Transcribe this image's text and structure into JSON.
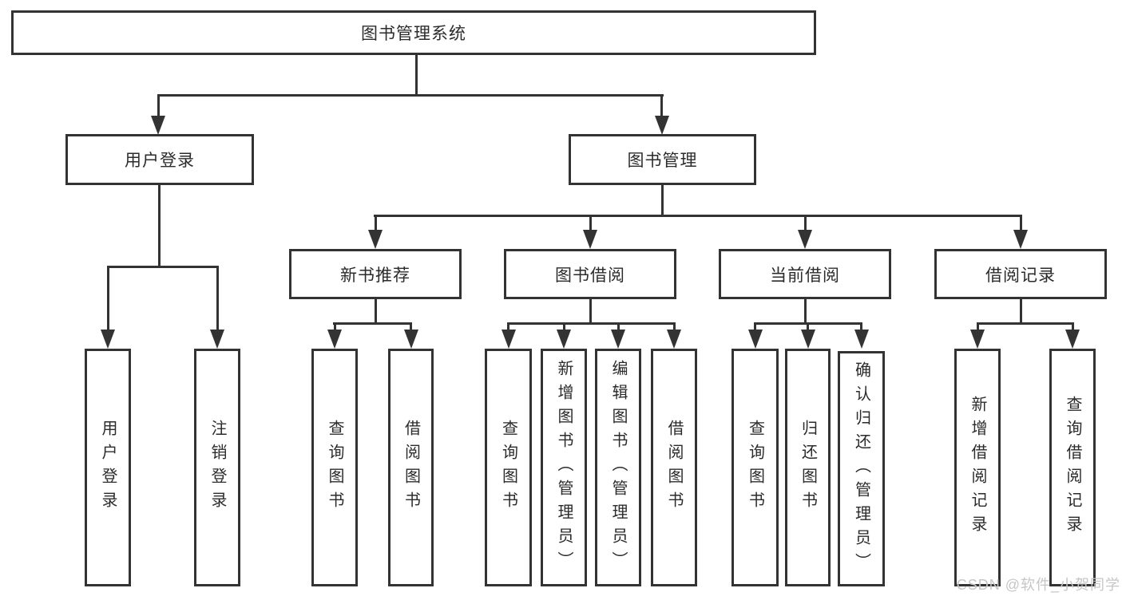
{
  "nodes": {
    "root": "图书管理系统",
    "l2": [
      "用户登录",
      "图书管理"
    ],
    "l3": [
      "新书推荐",
      "图书借阅",
      "当前借阅",
      "借阅记录"
    ],
    "leaves_login": [
      "用户登录",
      "注销登录"
    ],
    "leaves_newbook": [
      "查询图书",
      "借阅图书"
    ],
    "leaves_borrow": [
      "查询图书",
      "新增图书（管理员）",
      "编辑图书（管理员）",
      "借阅图书"
    ],
    "leaves_current": [
      "查询图书",
      "归还图书",
      "确认归还（管理员）"
    ],
    "leaves_records": [
      "新增借阅记录",
      "查询借阅记录"
    ]
  },
  "watermark": "CSDN @软件_小贺同学",
  "colors": {
    "line": "#333333",
    "text": "#2b2b2b",
    "background": "#ffffff",
    "watermark_text": "#c6c6c6"
  }
}
